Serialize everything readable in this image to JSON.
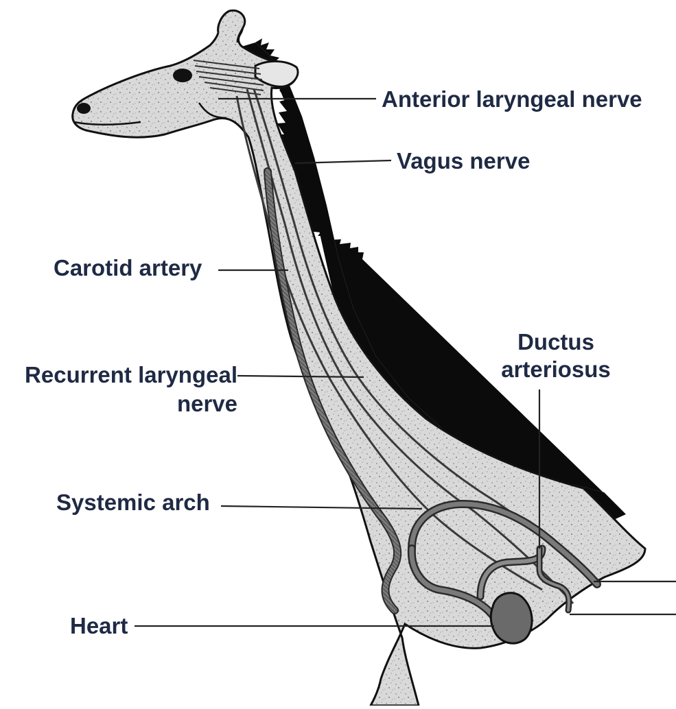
{
  "diagram": {
    "labels": {
      "anterior_laryngeal_nerve": "Anterior laryngeal nerve",
      "vagus_nerve": "Vagus nerve",
      "carotid_artery": "Carotid artery",
      "recurrent_laryngeal_nerve_line1": "Recurrent laryngeal",
      "recurrent_laryngeal_nerve_line2": "nerve",
      "ductus_arteriosus_line1": "Ductus",
      "ductus_arteriosus_line2": "arteriosus",
      "systemic_arch": "Systemic arch",
      "heart": "Heart"
    },
    "colors": {
      "body_fill": "#d9d9d9",
      "outline": "#111111",
      "mane": "#0a0a0a",
      "vessel": "#6e6e6e",
      "heart": "#6a6a6a",
      "leader": "#222222",
      "label_text": "#1f2a44"
    }
  }
}
